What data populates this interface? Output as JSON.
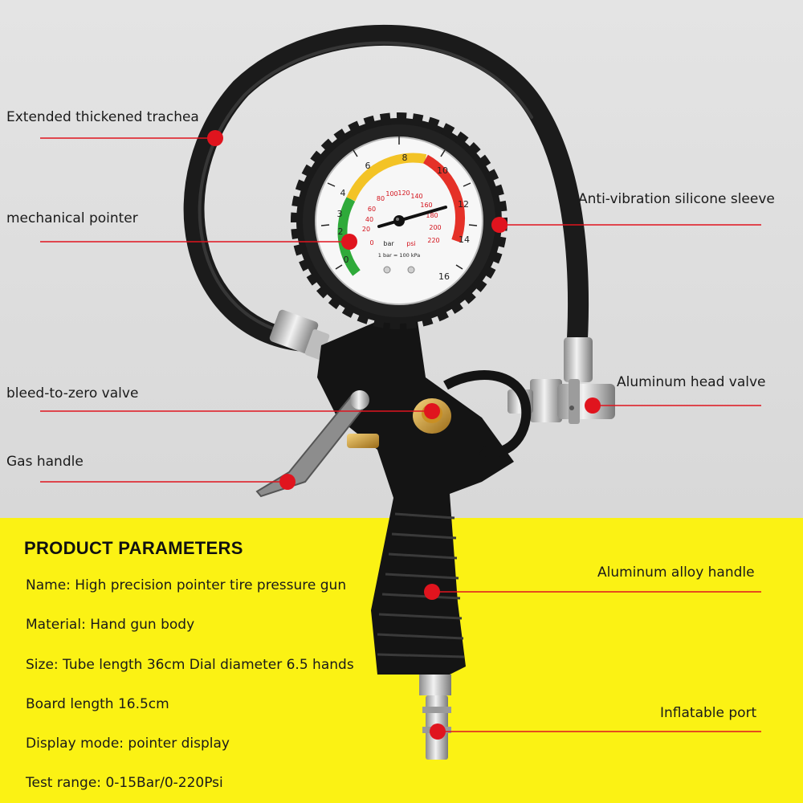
{
  "callouts": [
    {
      "id": "tube",
      "text": "Extended thickened trachea"
    },
    {
      "id": "pointer",
      "text": "mechanical pointer"
    },
    {
      "id": "sleeve",
      "text": "Anti-vibration silicone sleeve"
    },
    {
      "id": "bleed",
      "text": "bleed-to-zero valve"
    },
    {
      "id": "headvalve",
      "text": "Aluminum head valve"
    },
    {
      "id": "gashandle",
      "text": "Gas handle"
    },
    {
      "id": "alloyhandle",
      "text": "Aluminum alloy handle"
    },
    {
      "id": "port",
      "text": "Inflatable port"
    }
  ],
  "parameters": {
    "title": "PRODUCT PARAMETERS",
    "items": [
      "Name: High precision pointer tire pressure gun",
      "Material: Hand gun body",
      "Size: Tube length 36cm Dial diameter 6.5 hands",
      "Board length 16.5cm",
      "Display mode: pointer display",
      "Test range: 0-15Bar/0-220Psi"
    ]
  },
  "gauge": {
    "bar_ticks": [
      "0",
      "2",
      "3",
      "4",
      "6",
      "8",
      "10",
      "12",
      "14",
      "16"
    ],
    "psi_ticks": [
      "0",
      "20",
      "40",
      "60",
      "80",
      "100",
      "120",
      "140",
      "160",
      "180",
      "200",
      "220"
    ],
    "unit_bar": "bar",
    "unit_psi": "psi",
    "conversion": "1 bar = 100 kPa"
  },
  "colors": {
    "callout_red": "#e0141e",
    "panel_yellow": "#fbf214",
    "gauge_green": "#2faa3a",
    "gauge_yellow": "#f3c326",
    "gauge_red": "#e53128"
  }
}
